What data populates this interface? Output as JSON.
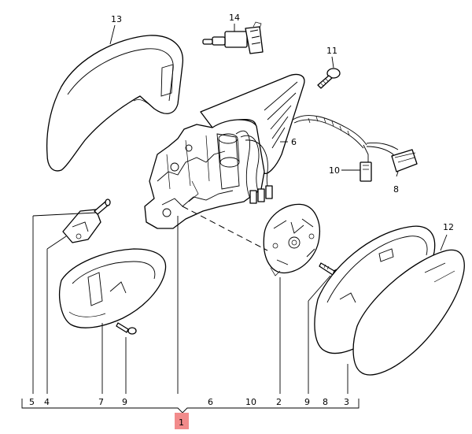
{
  "callouts": {
    "c13": "13",
    "c14": "14",
    "c11": "11",
    "c6_top": "6",
    "c10_top": "10",
    "c8_top": "8",
    "c12": "12",
    "b5": "5",
    "b4": "4",
    "b7": "7",
    "b9_left": "9",
    "b6": "6",
    "b10": "10",
    "b2": "2",
    "b9_right": "9",
    "b8": "8",
    "b3": "3",
    "b1": "1"
  },
  "colors": {
    "highlight": "#f28b8b",
    "line": "#000000"
  }
}
